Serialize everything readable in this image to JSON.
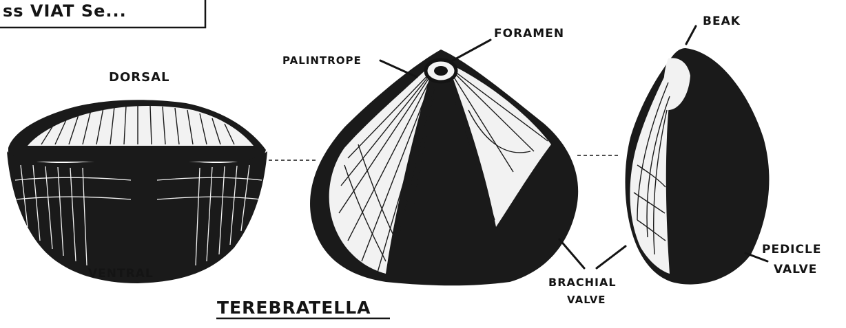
{
  "corner_note": "ss VIAT Se...",
  "labels": {
    "dorsal": "DORSAL",
    "ventral": "VENTRAL",
    "palintrope": "PALINTROPE",
    "foramen": "FORAMEN",
    "beak": "BEAK",
    "brachial_valve_1": "BRACHIAL",
    "brachial_valve_2": "VALVE",
    "pedicle_valve_1": "PEDICLE",
    "pedicle_valve_2": "VALVE"
  },
  "title": "TEREBRATELLA",
  "colors": {
    "ink": "#141414",
    "paper": "#ffffff"
  }
}
